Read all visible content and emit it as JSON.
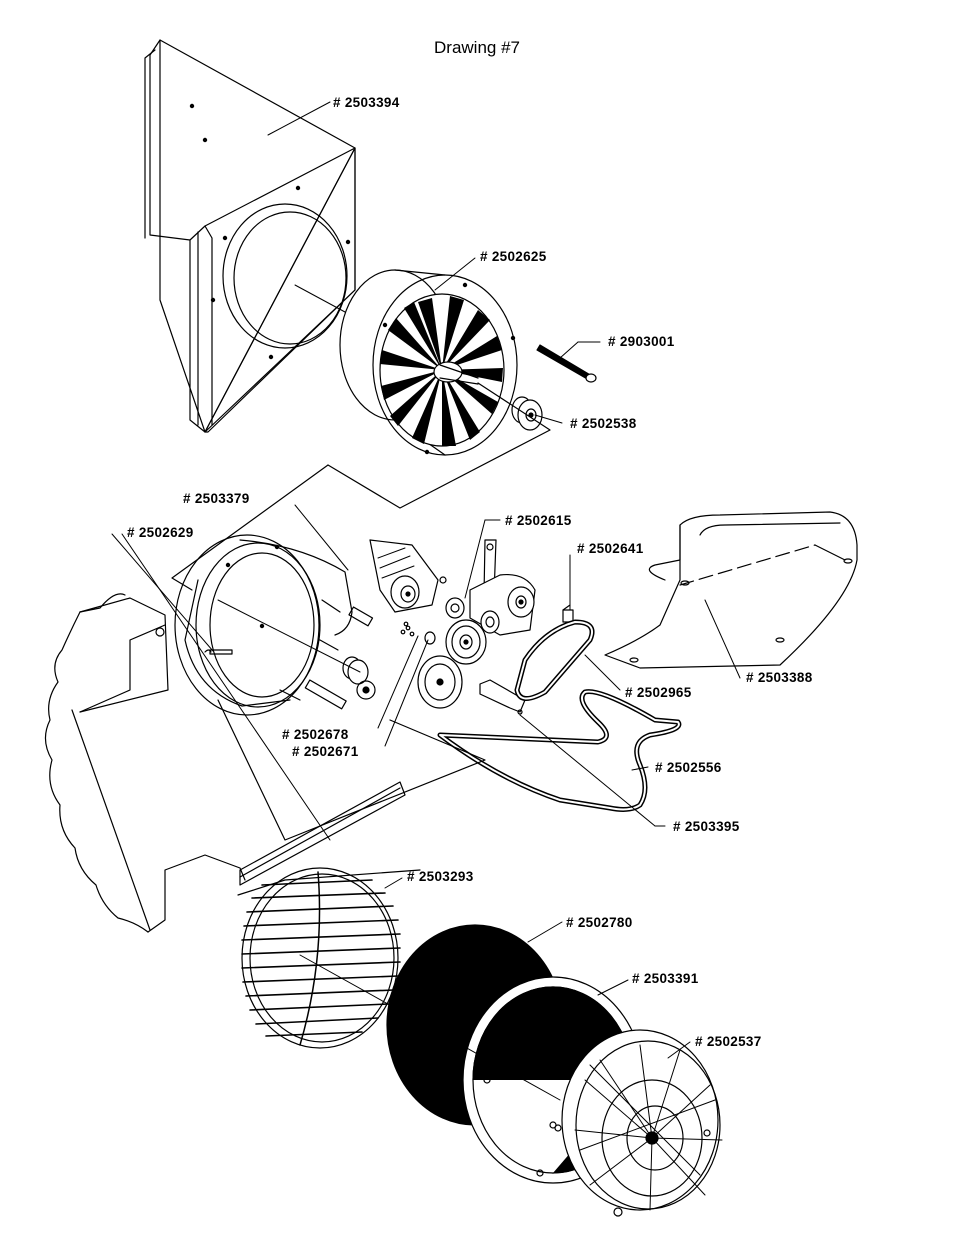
{
  "title": "Drawing #7",
  "callouts": [
    "# 2503394",
    "# 2502625",
    "# 2903001",
    "# 2502538",
    "# 2503379",
    "# 2502629",
    "# 2502615",
    "# 2502641",
    "# 2502965",
    "# 2503388",
    "# 2502678",
    "# 2502671",
    "# 2502556",
    "# 2503395",
    "# 2503293",
    "# 2502780",
    "# 2503391",
    "# 2502537"
  ]
}
